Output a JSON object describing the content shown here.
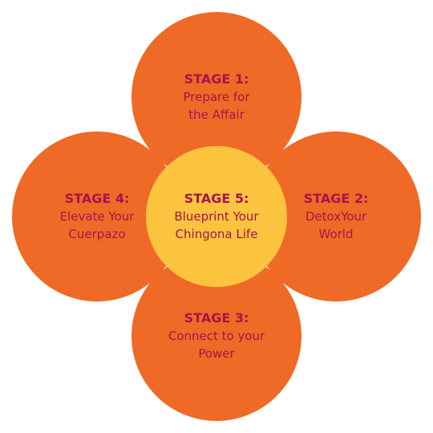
{
  "colors": {
    "petal": "#ef6a26",
    "center": "#fcc33e",
    "text": "#a3164c",
    "background": "#ffffff"
  },
  "stages": {
    "stage1": {
      "title": "STAGE 1:",
      "lines": [
        "Prepare for",
        "the Affair"
      ]
    },
    "stage2": {
      "title": "STAGE 2:",
      "lines": [
        "DetoxYour",
        "World"
      ]
    },
    "stage3": {
      "title": "STAGE 3:",
      "lines": [
        "Connect to your",
        "Power"
      ]
    },
    "stage4": {
      "title": "STAGE 4:",
      "lines": [
        "Elevate Your",
        "Cuerpazo"
      ]
    },
    "stage5": {
      "title": "STAGE 5:",
      "lines": [
        "Blueprint Your",
        "Chingona Life"
      ]
    }
  }
}
